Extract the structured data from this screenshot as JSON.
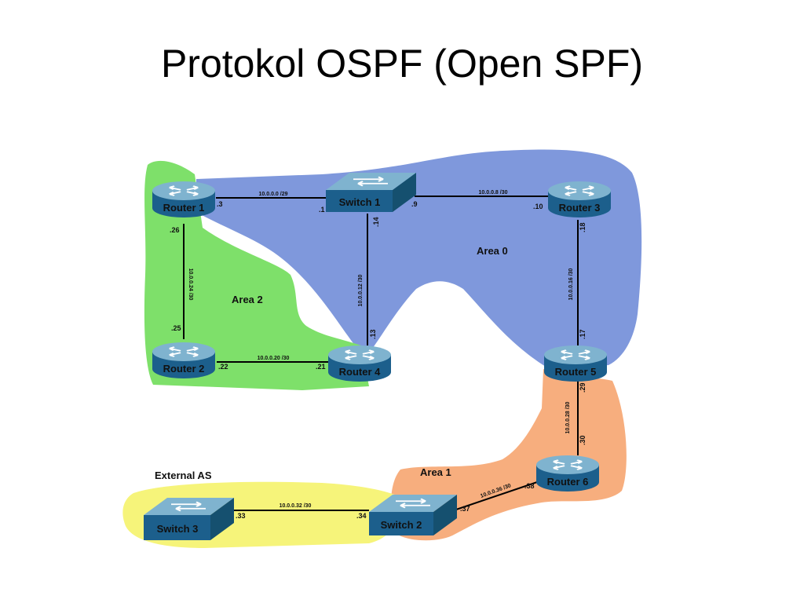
{
  "title": "Protokol OSPF (Open SPF)",
  "colors": {
    "area0": "#7f98dc",
    "area1": "#f7ae7e",
    "area2": "#7ee06a",
    "external": "#f6f47a",
    "device_top": "#7fb3cf",
    "device_side": "#1c5f8c"
  },
  "areas": {
    "area0": "Area 0",
    "area1": "Area 1",
    "area2": "Area 2",
    "external": "External AS"
  },
  "devices": {
    "router1": "Router 1",
    "router2": "Router 2",
    "router3": "Router 3",
    "router4": "Router 4",
    "router5": "Router 5",
    "router6": "Router 6",
    "switch1": "Switch 1",
    "switch2": "Switch 2",
    "switch3": "Switch 3"
  },
  "links": {
    "r1_s1": {
      "net": "10.0.0.0 /29",
      "a": ".3",
      "b": ".1"
    },
    "s1_r3": {
      "net": "10.0.0.8 /30",
      "a": ".9",
      "b": ".10"
    },
    "r1_r2": {
      "net": "10.0.0.24 /30",
      "a": ".26",
      "b": ".25"
    },
    "s1_r4": {
      "net": "10.0.0.12 /30",
      "a": ".14",
      "b": ".13"
    },
    "r3_r5": {
      "net": "10.0.0.16 /30",
      "a": ".18",
      "b": ".17"
    },
    "r2_r4": {
      "net": "10.0.0.20 /30",
      "a": ".22",
      "b": ".21"
    },
    "r5_r6": {
      "net": "10.0.0.28 /30",
      "a": ".29",
      "b": ".30"
    },
    "r6_s2": {
      "net": "10.0.0.36 /30",
      "a": ".38",
      "b": ".37"
    },
    "s3_s2": {
      "net": "10.0.0.32 /30",
      "a": ".33",
      "b": ".34"
    }
  }
}
